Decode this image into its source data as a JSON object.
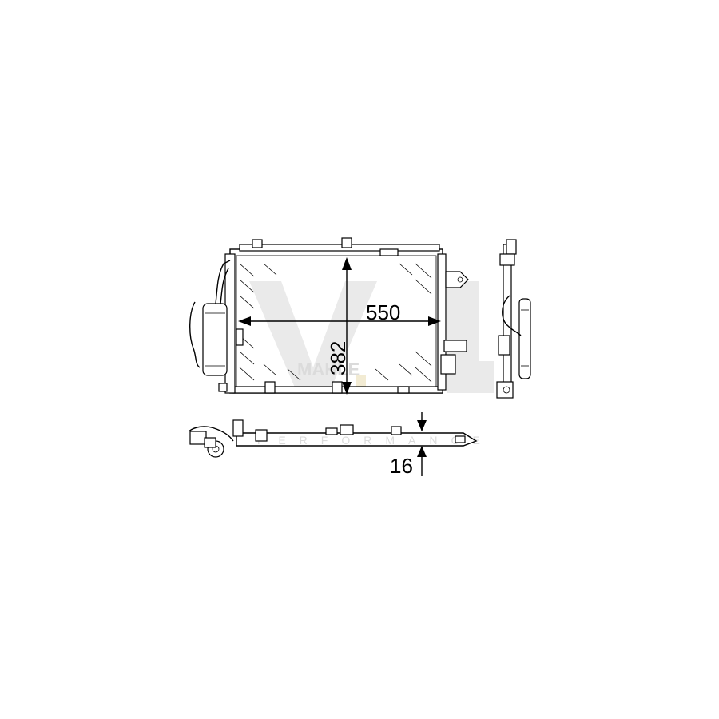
{
  "dimensions": {
    "width": "550",
    "height": "382",
    "depth": "16"
  },
  "watermark": {
    "brand": "MAHLE",
    "tagline": "PERFORMANCE",
    "logo_color": "#d9d9d9",
    "accent_color": "#e8dcb0"
  }
}
